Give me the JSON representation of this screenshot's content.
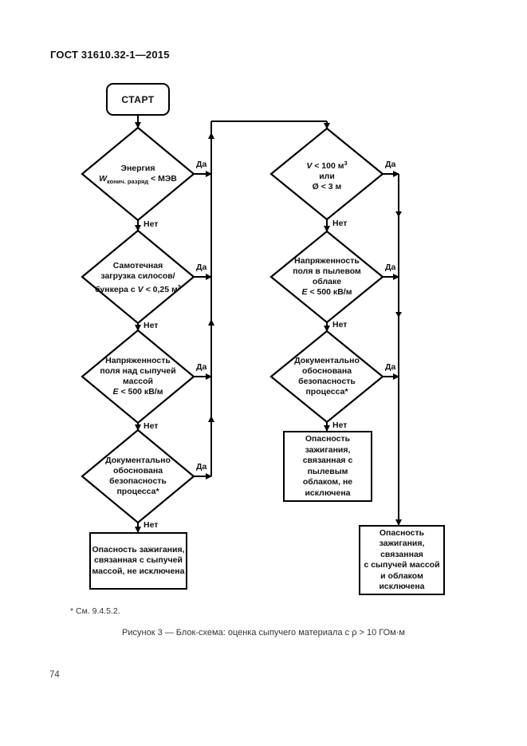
{
  "header": {
    "title": "ГОСТ 31610.32-1—2015"
  },
  "labels": {
    "yes": "Да",
    "no": "Нет"
  },
  "flowchart": {
    "start": "СТАРТ",
    "d1": {
      "l1": "Энергия",
      "w": "W",
      "sub": "конич. разряд",
      "rest": " < МЭВ"
    },
    "d2": {
      "l1": "Самотечная",
      "l2": "загрузка силосов/",
      "l3a": "бункера с ",
      "v": "V",
      "l3b": " < 0,25 м",
      "sup": "3"
    },
    "d3": {
      "l1": "Напряженность",
      "l2": "поля над сыпучей",
      "l3": "массой",
      "e": "E",
      "l4": " < 500 кВ/м"
    },
    "d4": {
      "l1": "Документально",
      "l2": "обоснована",
      "l3": "безопасность",
      "l4": "процесса*"
    },
    "r1": {
      "v": "V",
      "l1a": " < 100 м",
      "sup": "3",
      "l2": "или",
      "l3": "Ø < 3 м"
    },
    "r2": {
      "l1": "Напряженность",
      "l2": "поля в пылевом",
      "l3": "облаке",
      "e": "E",
      "l4": " < 500 кВ/м"
    },
    "r3": {
      "l1": "Документально",
      "l2": "обоснована",
      "l3": "безопасность",
      "l4": "процесса*"
    },
    "box_left": {
      "l1": "Опасность зажигания,",
      "l2": "связанная с сыпучей",
      "l3": "массой, не исключена"
    },
    "box_right": {
      "l1": "Опасность зажигания,",
      "l2": "связанная с пылевым",
      "l3": "облаком, не исключена"
    },
    "box_final": {
      "l1": "Опасность зажигания,",
      "l2": "связанная",
      "l3": "с сыпучей массой",
      "l4": "и облаком",
      "l5": "исключена"
    }
  },
  "footer": {
    "footnote": "* См. 9.4.5.2.",
    "caption": "Рисунок 3 — Блок-схема: оценка сыпучего материала с ρ > 10 ГОм·м",
    "page_number": "74"
  }
}
